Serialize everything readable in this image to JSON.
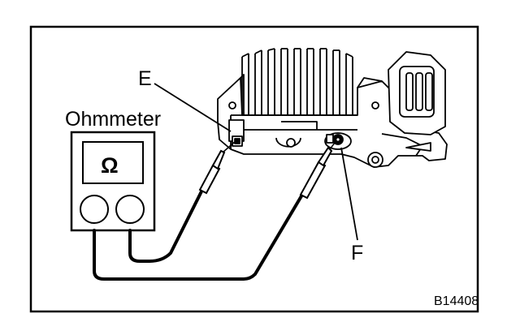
{
  "labels": {
    "meter": "Ohmmeter",
    "terminal_e": "E",
    "terminal_f": "F",
    "figure_code": "B14408",
    "meter_symbol": "Ω"
  }
}
